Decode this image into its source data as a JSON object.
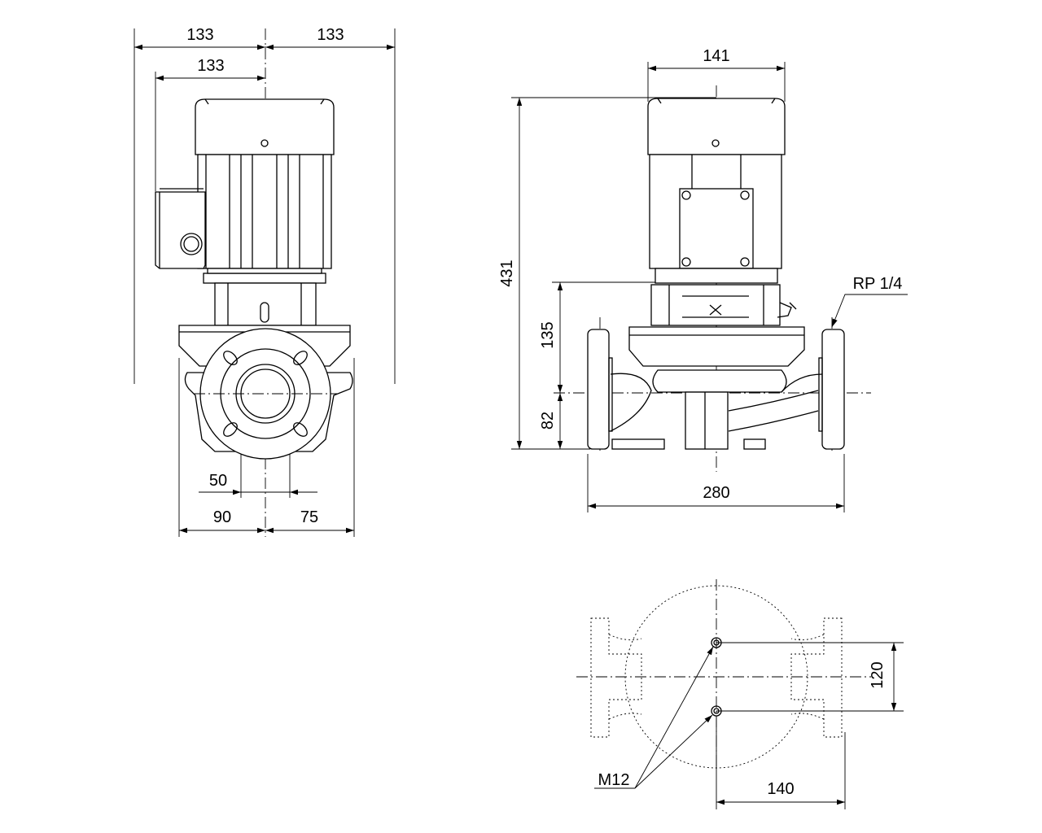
{
  "drawing": {
    "front_view": {
      "dim_top_left": "133",
      "dim_top_right": "133",
      "dim_terminal_box": "133",
      "dim_outlet": "50",
      "dim_base_left": "90",
      "dim_base_right": "75"
    },
    "side_view": {
      "dim_motor_width": "141",
      "dim_total_height": "431",
      "dim_upper_height": "135",
      "dim_lower_height": "82",
      "dim_port_to_port": "280",
      "label_vent_plug": "RP 1/4"
    },
    "base_plan": {
      "dim_bolt_spacing": "120",
      "dim_bolt_offset": "140",
      "label_bolts": "M12"
    }
  }
}
